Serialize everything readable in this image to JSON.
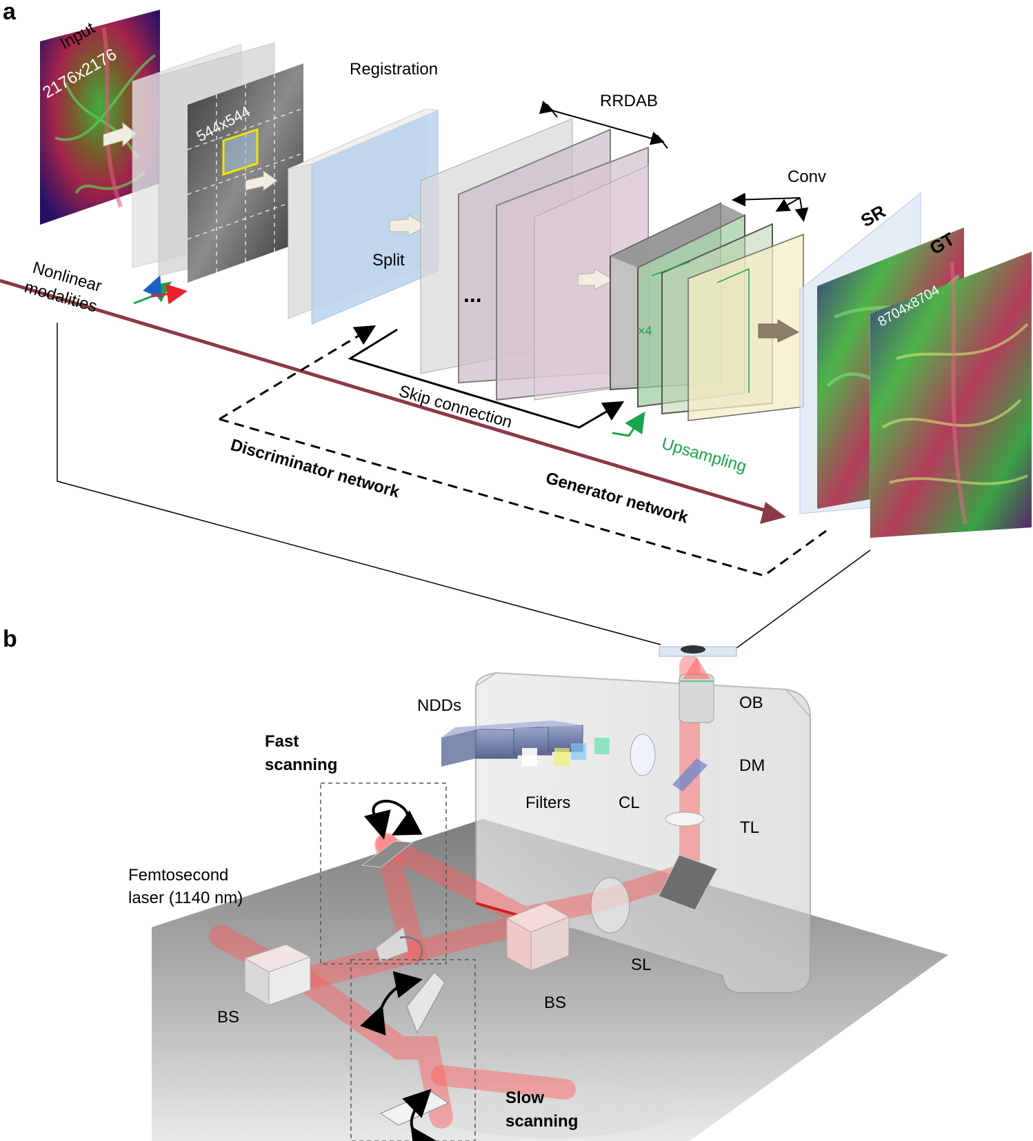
{
  "panels": {
    "a": {
      "letter": "a",
      "input_label": "Input",
      "input_size": "2176x2176",
      "patch_size": "544x544",
      "registration": "Registration",
      "rrdab": "RRDAB",
      "conv": "Conv",
      "split": "Split",
      "ellipsis": "...",
      "times4": "×4",
      "sr": "SR",
      "gt": "GT",
      "output_size": "8704x8704",
      "nonlinear_line1": "Nonlinear",
      "nonlinear_line2": "modalities",
      "skip_connection": "Skip connection",
      "upsampling": "Upsampling",
      "discriminator": "Discriminator network",
      "generator": "Generator network"
    },
    "b": {
      "letter": "b",
      "ndds": "NDDs",
      "ob": "OB",
      "dm": "DM",
      "tl": "TL",
      "filters": "Filters",
      "cl": "CL",
      "fast_line1": "Fast",
      "fast_line2": "scanning",
      "laser_line1": "Femtosecond",
      "laser_line2": "laser (1140 nm)",
      "bs_left": "BS",
      "bs_right": "BS",
      "sl": "SL",
      "slow_line1": "Slow",
      "slow_line2": "scanning"
    }
  },
  "colors": {
    "generator_arrow": "#8a3a44",
    "upsampling": "#1aa34a",
    "laser_beam": "#ff5a5a",
    "patch_box": "#f2e600",
    "registration_block": "#b9d3ee",
    "rrdab_block": "#d6c3cf",
    "conv_green": "#9ccc9c",
    "conv_cream": "#f6ecc4"
  }
}
